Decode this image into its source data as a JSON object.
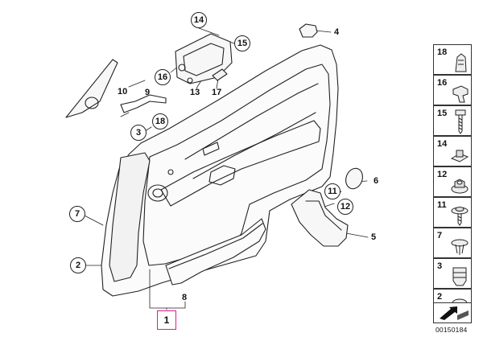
{
  "callouts": {
    "c1": "1",
    "c2": "2",
    "c3": "3",
    "c4": "4",
    "c5": "5",
    "c6": "6",
    "c7": "7",
    "c8": "8",
    "c9": "9",
    "c10": "10",
    "c11": "11",
    "c12": "12",
    "c13": "13",
    "c14": "14",
    "c15": "15",
    "c16": "16",
    "c17": "17",
    "c18": "18"
  },
  "selected_part": "1",
  "legend": [
    {
      "num": "18",
      "icon": "clip-icon"
    },
    {
      "num": "16",
      "icon": "bracket-clip-icon"
    },
    {
      "num": "15",
      "icon": "screw-icon"
    },
    {
      "num": "14",
      "icon": "nut-plate-icon"
    },
    {
      "num": "12",
      "icon": "flange-nut-icon"
    },
    {
      "num": "11",
      "icon": "washer-screw-icon"
    },
    {
      "num": "7",
      "icon": "expanding-rivet-icon"
    },
    {
      "num": "3",
      "icon": "spring-clip-icon"
    },
    {
      "num": "2",
      "icon": "push-rivet-icon"
    },
    {
      "num": "",
      "icon": "arrow-icon"
    }
  ],
  "diagram_id": "00150184"
}
